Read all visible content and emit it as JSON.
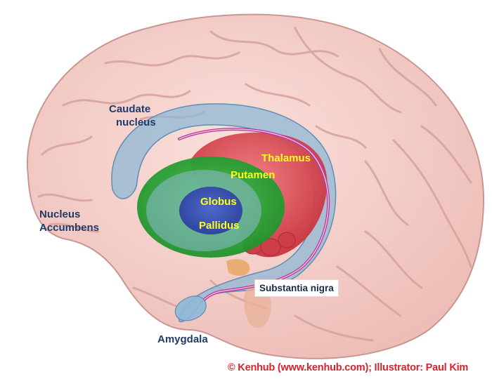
{
  "labels": {
    "caudate_line1": "Caudate",
    "caudate_line2": "nucleus",
    "thalamus": "Thalamus",
    "putamen": "Putamen",
    "globus": "Globus",
    "pallidus": "Pallidus",
    "accumbens_line1": "Nucleus",
    "accumbens_line2": "Accumbens",
    "substantia_nigra": "Substantia nigra",
    "amygdala": "Amygdala"
  },
  "credit": "© Kenhub (www.kenhub.com); Illustrator: Paul Kim",
  "colors": {
    "brain": "#f4cfc9",
    "brain_fold": "#d9a8a4",
    "caudate": "#8fb8d6",
    "putamen": "#2fae3a",
    "globus": "#3f56b8",
    "thalamus": "#e0505a",
    "fornix": "#b33a9a",
    "nigra": "#e8a96a",
    "label_dark": "#1f3b6b",
    "label_yellow": "#ffff1a",
    "credit": "#d9232a"
  }
}
